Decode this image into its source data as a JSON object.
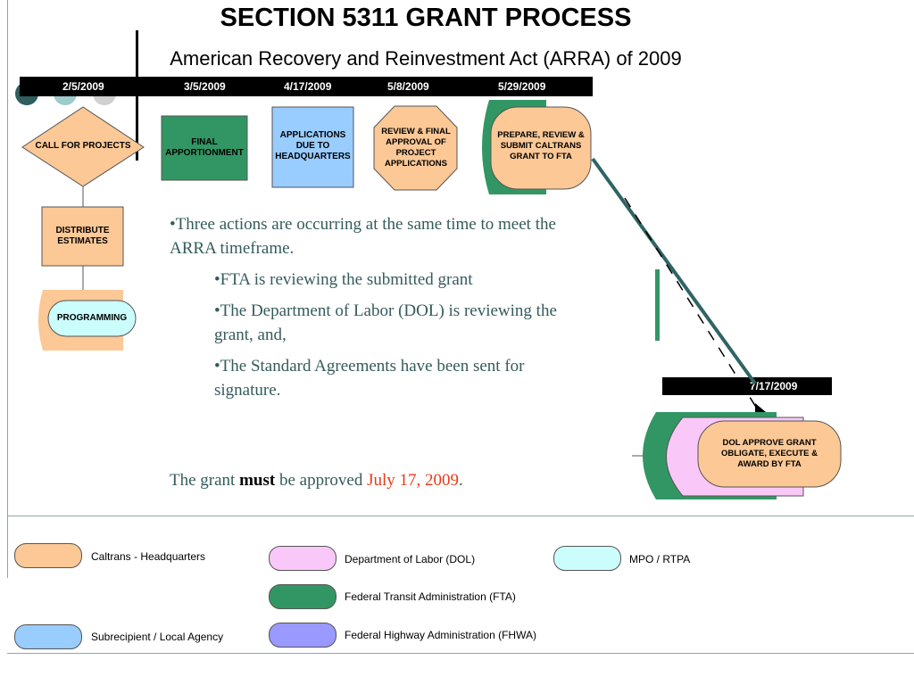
{
  "title": "SECTION 5311 GRANT PROCESS",
  "subtitle": "American Recovery and Reinvestment Act (ARRA) of 2009",
  "timeline": {
    "dates": [
      "2/5/2009",
      "3/5/2009",
      "4/17/2009",
      "5/8/2009",
      "5/29/2009"
    ],
    "final_date": "7/17/2009"
  },
  "nodes": {
    "call_for_projects": "CALL FOR PROJECTS",
    "final_apportionment": "FINAL APPORTIONMENT",
    "applications_due": "APPLICATIONS DUE TO HEADQUARTERS",
    "review_final": "REVIEW & FINAL APPROVAL OF PROJECT APPLICATIONS",
    "prepare_review": "PREPARE, REVIEW & SUBMIT CALTRANS GRANT TO FTA",
    "distribute_estimates": "DISTRIBUTE ESTIMATES",
    "programming": "PROGRAMMING",
    "dol_approve": "DOL APPROVE GRANT OBLIGATE, EXECUTE & AWARD BY FTA"
  },
  "body": {
    "bullet_intro": "•Three actions are occurring at the same time to meet the ARRA timeframe.",
    "bullet_1": "•FTA is reviewing the submitted grant",
    "bullet_2": "•The Department of Labor (DOL) is reviewing the grant, and,",
    "bullet_3": "•The Standard Agreements have been sent for signature.",
    "must_pre": "The grant ",
    "must_bold": "must",
    "must_mid": " be approved ",
    "must_date": "July 17, 2009",
    "must_end": "."
  },
  "legend": [
    {
      "label": "Caltrans - Headquarters",
      "color": "#fbc896"
    },
    {
      "label": "Department of Labor (DOL)",
      "color": "#f9c8f8"
    },
    {
      "label": "MPO / RTPA",
      "color": "#ccfdfd"
    },
    {
      "label": "Federal Transit Administration (FTA)",
      "color": "#329664"
    },
    {
      "label": "Subrecipient / Local Agency",
      "color": "#99ccff"
    },
    {
      "label": "Federal Highway Administration (FHWA)",
      "color": "#9999ff"
    }
  ],
  "colors": {
    "caltrans": "#fbc896",
    "fta": "#329664",
    "subrecipient": "#99ccff",
    "mpo": "#ccfdfd",
    "dol": "#f9c8f8",
    "connector": "#2f6464",
    "text_teal": "#355b5b",
    "date_red": "#e53b1a"
  }
}
